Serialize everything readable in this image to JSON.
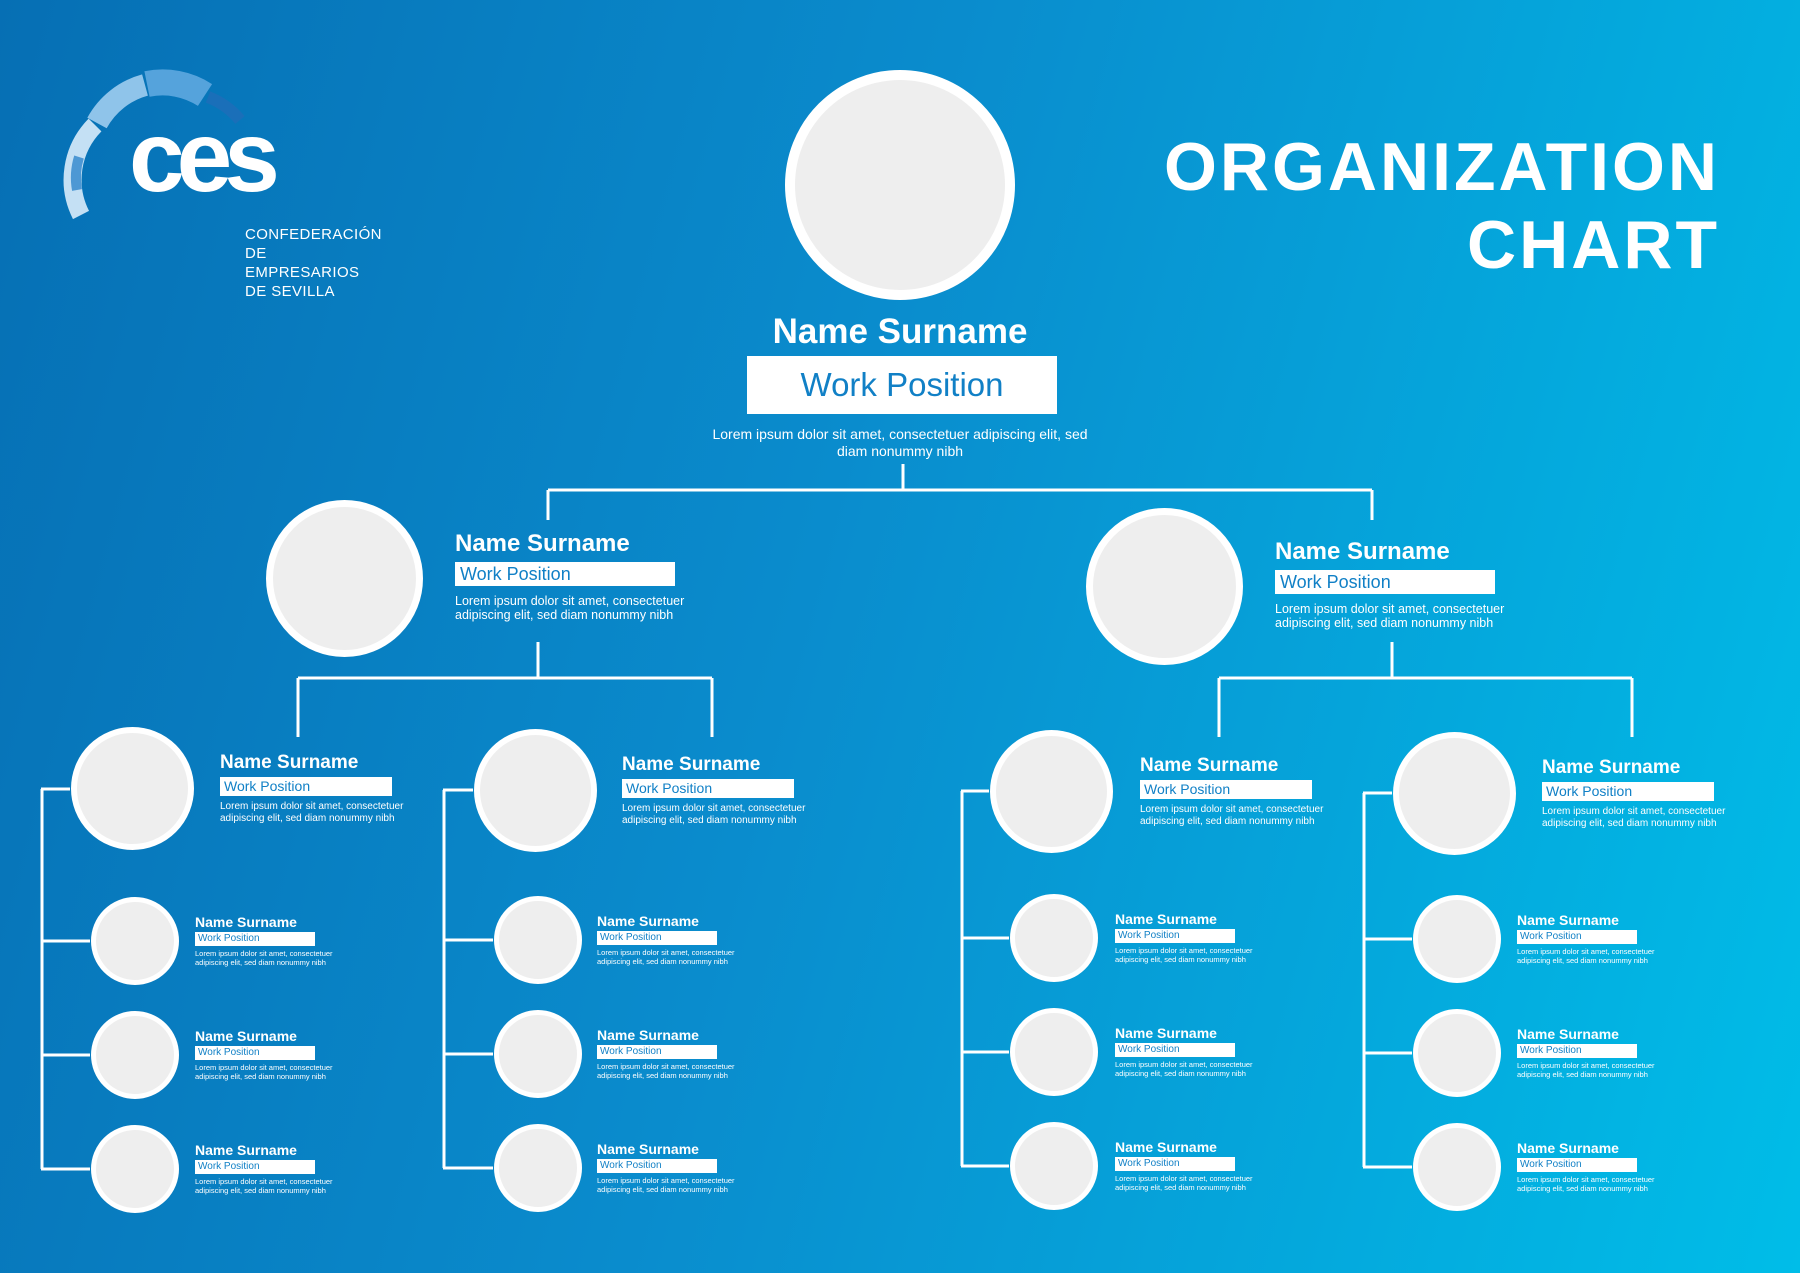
{
  "logo": {
    "word": "ces",
    "subtitle_lines": [
      "CONFEDERACIÓN DE",
      "EMPRESARIOS",
      "DE SEVILLA"
    ]
  },
  "title_lines": [
    "ORGANIZATION",
    "CHART"
  ],
  "colors": {
    "gradient_start": "#066fb4",
    "gradient_end": "#00bde8",
    "avatar_fill": "#eeeeee",
    "position_text": "#1180c6"
  },
  "root": {
    "name": "Name Surname",
    "position": "Work Position",
    "description": "Lorem ipsum dolor sit amet, consectetuer adipiscing elit, sed diam nonummy nibh"
  },
  "managers": [
    {
      "name": "Name Surname",
      "position": "Work Position",
      "description": "Lorem ipsum dolor sit amet, consectetuer adipiscing elit, sed diam nonummy nibh",
      "teams": [
        {
          "lead": {
            "name": "Name Surname",
            "position": "Work Position",
            "description": "Lorem ipsum dolor sit amet, consectetuer adipiscing elit, sed diam nonummy nibh"
          },
          "members": [
            {
              "name": "Name Surname",
              "position": "Work Position",
              "description": "Lorem ipsum dolor sit amet, consectetuer adipiscing elit, sed diam nonummy nibh"
            },
            {
              "name": "Name Surname",
              "position": "Work Position",
              "description": "Lorem ipsum dolor sit amet, consectetuer adipiscing elit, sed diam nonummy nibh"
            },
            {
              "name": "Name Surname",
              "position": "Work Position",
              "description": "Lorem ipsum dolor sit amet, consectetuer adipiscing elit, sed diam nonummy nibh"
            }
          ]
        },
        {
          "lead": {
            "name": "Name Surname",
            "position": "Work Position",
            "description": "Lorem ipsum dolor sit amet, consectetuer adipiscing elit, sed diam nonummy nibh"
          },
          "members": [
            {
              "name": "Name Surname",
              "position": "Work Position",
              "description": "Lorem ipsum dolor sit amet, consectetuer adipiscing elit, sed diam nonummy nibh"
            },
            {
              "name": "Name Surname",
              "position": "Work Position",
              "description": "Lorem ipsum dolor sit amet, consectetuer adipiscing elit, sed diam nonummy nibh"
            },
            {
              "name": "Name Surname",
              "position": "Work Position",
              "description": "Lorem ipsum dolor sit amet, consectetuer adipiscing elit, sed diam nonummy nibh"
            }
          ]
        }
      ]
    },
    {
      "name": "Name Surname",
      "position": "Work Position",
      "description": "Lorem ipsum dolor sit amet, consectetuer adipiscing elit, sed diam nonummy nibh",
      "teams": [
        {
          "lead": {
            "name": "Name Surname",
            "position": "Work Position",
            "description": "Lorem ipsum dolor sit amet, consectetuer adipiscing elit, sed diam nonummy nibh"
          },
          "members": [
            {
              "name": "Name Surname",
              "position": "Work Position",
              "description": "Lorem ipsum dolor sit amet, consectetuer adipiscing elit, sed diam nonummy nibh"
            },
            {
              "name": "Name Surname",
              "position": "Work Position",
              "description": "Lorem ipsum dolor sit amet, consectetuer adipiscing elit, sed diam nonummy nibh"
            },
            {
              "name": "Name Surname",
              "position": "Work Position",
              "description": "Lorem ipsum dolor sit amet, consectetuer adipiscing elit, sed diam nonummy nibh"
            }
          ]
        },
        {
          "lead": {
            "name": "Name Surname",
            "position": "Work Position",
            "description": "Lorem ipsum dolor sit amet, consectetuer adipiscing elit, sed diam nonummy nibh"
          },
          "members": [
            {
              "name": "Name Surname",
              "position": "Work Position",
              "description": "Lorem ipsum dolor sit amet, consectetuer adipiscing elit, sed diam nonummy nibh"
            },
            {
              "name": "Name Surname",
              "position": "Work Position",
              "description": "Lorem ipsum dolor sit amet, consectetuer adipiscing elit, sed diam nonummy nibh"
            },
            {
              "name": "Name Surname",
              "position": "Work Position",
              "description": "Lorem ipsum dolor sit amet, consectetuer adipiscing elit, sed diam nonummy nibh"
            }
          ]
        }
      ]
    }
  ]
}
